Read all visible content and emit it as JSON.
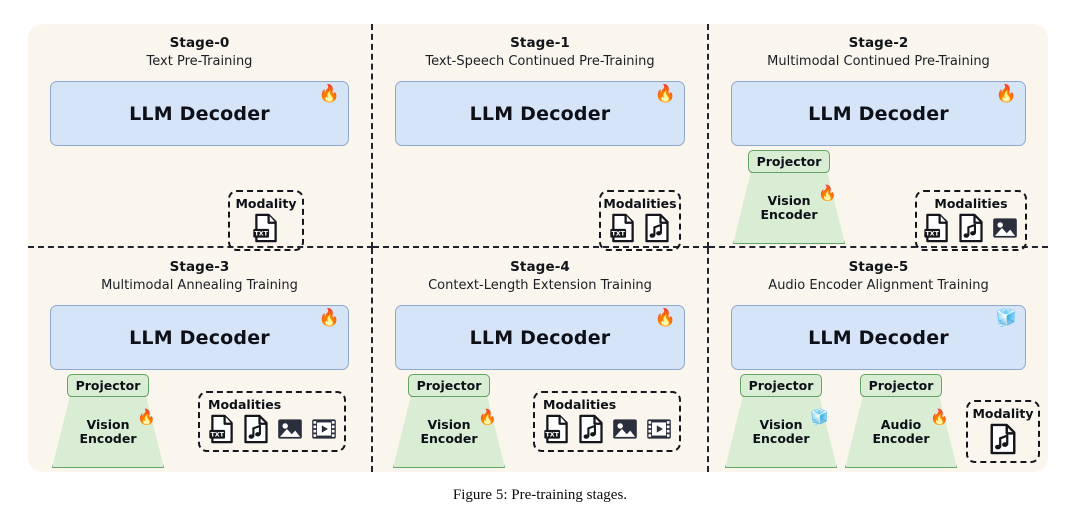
{
  "figure": {
    "caption": "Figure 5: Pre-training stages.",
    "background_color": "#faf6ee",
    "llm_box_color": "#d6e4f8",
    "llm_border_color": "#8fa9cd",
    "encoder_color": "#d9ecd4",
    "encoder_border_color": "#63a364",
    "divider_color": "#21242c"
  },
  "icons": {
    "fire": "🔥",
    "ice": "🧊",
    "text_doc": "text-file-icon",
    "audio_doc": "audio-file-icon",
    "image": "image-icon",
    "video": "video-icon"
  },
  "labels": {
    "llm_decoder": "LLM Decoder",
    "projector": "Projector",
    "vision_encoder_line1": "Vision",
    "vision_encoder_line2": "Encoder",
    "audio_encoder_line1": "Audio",
    "audio_encoder_line2": "Encoder",
    "modality_singular": "Modality",
    "modality_plural": "Modalities"
  },
  "stages": [
    {
      "id": "stage-0",
      "title": "Stage-0",
      "subtitle": "Text Pre-Training",
      "llm_label": "LLM Decoder",
      "llm_state": "fire",
      "encoders": [],
      "modality_title": "Modality",
      "modalities": [
        "text"
      ]
    },
    {
      "id": "stage-1",
      "title": "Stage-1",
      "subtitle": "Text-Speech Continued Pre-Training",
      "llm_label": "LLM Decoder",
      "llm_state": "fire",
      "encoders": [],
      "modality_title": "Modalities",
      "modalities": [
        "text",
        "audio"
      ]
    },
    {
      "id": "stage-2",
      "title": "Stage-2",
      "subtitle": "Multimodal Continued Pre-Training",
      "llm_label": "LLM Decoder",
      "llm_state": "fire",
      "encoders": [
        {
          "projector": "Projector",
          "name_line1": "Vision",
          "name_line2": "Encoder",
          "state": "fire"
        }
      ],
      "modality_title": "Modalities",
      "modalities": [
        "text",
        "audio",
        "image"
      ]
    },
    {
      "id": "stage-3",
      "title": "Stage-3",
      "subtitle": "Multimodal Annealing Training",
      "llm_label": "LLM Decoder",
      "llm_state": "fire",
      "encoders": [
        {
          "projector": "Projector",
          "name_line1": "Vision",
          "name_line2": "Encoder",
          "state": "fire"
        }
      ],
      "modality_title": "Modalities",
      "modalities": [
        "text",
        "audio",
        "image",
        "video"
      ]
    },
    {
      "id": "stage-4",
      "title": "Stage-4",
      "subtitle": "Context-Length Extension Training",
      "llm_label": "LLM Decoder",
      "llm_state": "fire",
      "encoders": [
        {
          "projector": "Projector",
          "name_line1": "Vision",
          "name_line2": "Encoder",
          "state": "fire"
        }
      ],
      "modality_title": "Modalities",
      "modalities": [
        "text",
        "audio",
        "image",
        "video"
      ]
    },
    {
      "id": "stage-5",
      "title": "Stage-5",
      "subtitle": "Audio Encoder Alignment Training",
      "llm_label": "LLM Decoder",
      "llm_state": "ice",
      "encoders": [
        {
          "projector": "Projector",
          "name_line1": "Vision",
          "name_line2": "Encoder",
          "state": "ice"
        },
        {
          "projector": "Projector",
          "name_line1": "Audio",
          "name_line2": "Encoder",
          "state": "fire"
        }
      ],
      "modality_title": "Modality",
      "modalities": [
        "audio"
      ]
    }
  ]
}
